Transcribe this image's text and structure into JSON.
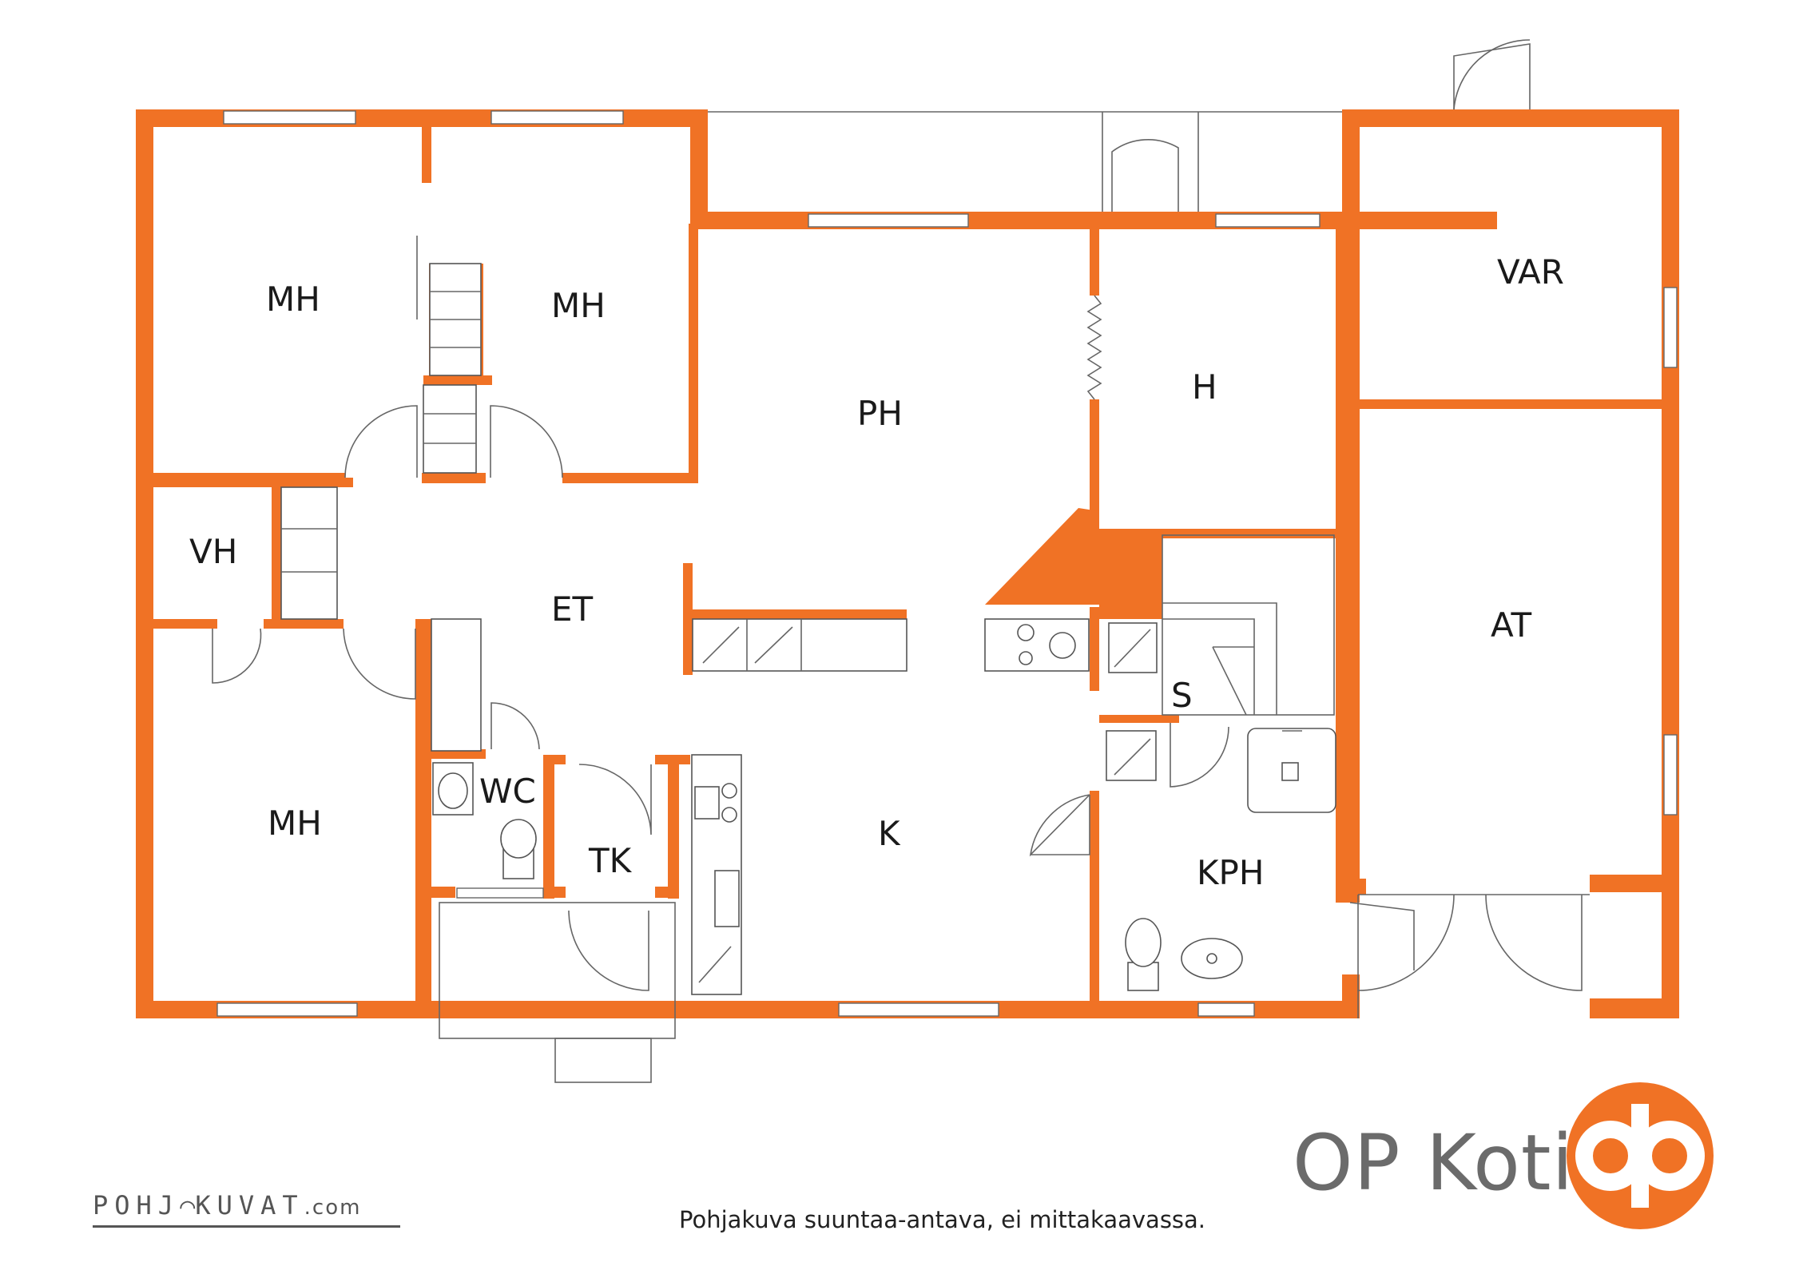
{
  "rooms": {
    "mh1": "MH",
    "mh2": "MH",
    "mh3": "MH",
    "vh": "VH",
    "et": "ET",
    "ph": "PH",
    "h": "H",
    "var": "VAR",
    "at": "AT",
    "s": "S",
    "kph": "KPH",
    "wc": "WC",
    "tk": "TK",
    "k": "K"
  },
  "brand": {
    "name": "OP Koti",
    "logo_icon": "op-logo-icon"
  },
  "disclaimer": "Pohjakuva suuntaa-antava, ei mittakaavassa.",
  "credit": {
    "left": "POHJ",
    "right": "KUVAT",
    "suffix": ".com"
  },
  "colors": {
    "wall": "#f07225",
    "line": "#666666",
    "brand_text": "#6b6b6b"
  }
}
